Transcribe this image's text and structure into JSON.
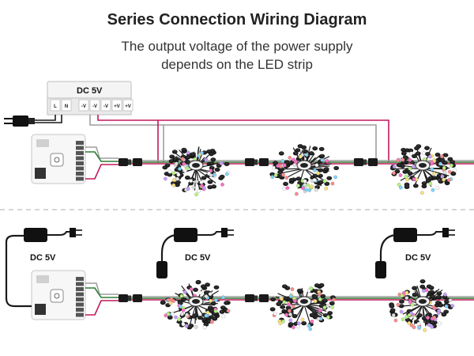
{
  "header": {
    "title": "Series Connection Wiring Diagram",
    "subtitle_line1": "The output voltage of the power supply",
    "subtitle_line2": "depends on the LED strip"
  },
  "top_diagram": {
    "psu_label": "DC 5V",
    "psu_terminals": [
      "L",
      "N",
      "-V",
      "-V",
      "-V",
      "+V",
      "+V"
    ]
  },
  "bottom_diagram": {
    "adapter_labels": [
      "DC 5V",
      "DC 5V",
      "DC 5V"
    ]
  },
  "colors": {
    "power_red": "#c2185b",
    "power_gray": "#9e9e9e",
    "data_green": "#2e7d32",
    "cable_black": "#1a1a1a"
  }
}
